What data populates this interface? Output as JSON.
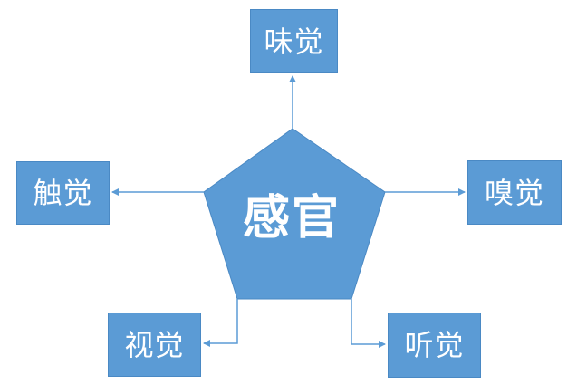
{
  "diagram": {
    "center": "感官",
    "senses": {
      "taste": "味觉",
      "touch": "触觉",
      "smell": "嗅觉",
      "sight": "视觉",
      "hearing": "听觉"
    }
  },
  "colors": {
    "fill": "#5b9bd5",
    "border": "#4a89c4",
    "text": "#ffffff"
  }
}
